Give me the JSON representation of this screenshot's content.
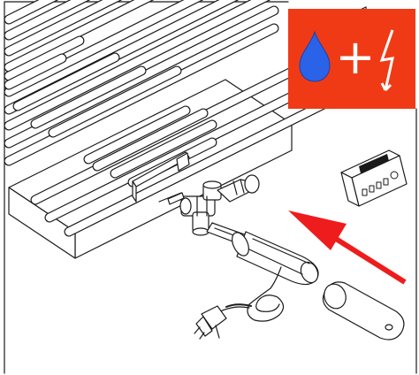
{
  "badge": {
    "background_color": "#f03a16",
    "drop_color": "#2a63e8",
    "plus_symbol": "+",
    "symbol_color": "#ffffff",
    "icons": [
      "water-drop-icon",
      "plus-icon",
      "lightning-bolt-icon"
    ]
  },
  "arrow": {
    "color": "#ee1c1c",
    "direction": "up-left"
  },
  "parts": [
    "towel-radiator",
    "radiator-valve-fitting",
    "electric-heating-element",
    "power-cord-with-plug",
    "thermostat-control-unit",
    "element-cover-sleeve"
  ],
  "line_color": "#1a1a1a"
}
